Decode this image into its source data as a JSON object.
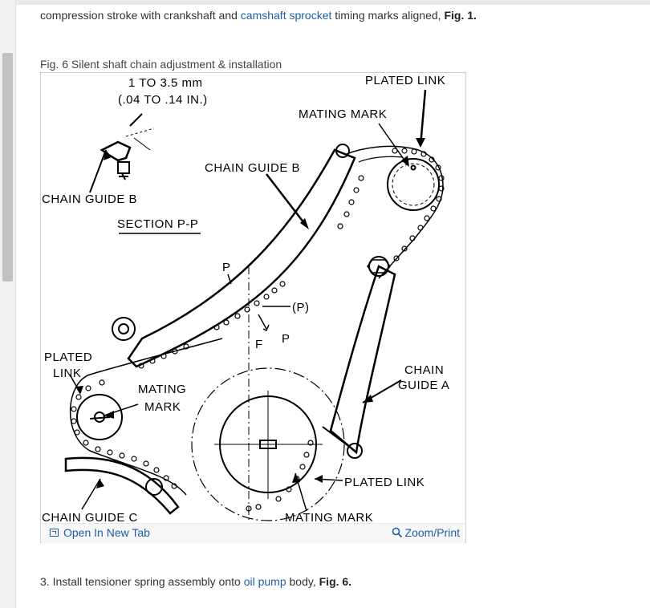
{
  "paragraph_top": {
    "before": "compression stroke with crankshaft and ",
    "link": "camshaft sprocket",
    "after": " timing marks aligned, ",
    "bold": "Fig. 1."
  },
  "figure": {
    "caption": "Fig. 6 Silent shaft chain adjustment & installation",
    "labels": {
      "dim_mm": "1 TO 3.5 mm",
      "dim_in": "(.04 TO .14 IN.)",
      "plated_link_top": "PLATED LINK",
      "mating_mark_top": "MATING MARK",
      "chain_guide_b_main": "CHAIN GUIDE B",
      "chain_guide_b_left": "CHAIN GUIDE B",
      "section": "SECTION P-P",
      "p_upper": "P",
      "p_paren": "(P)",
      "f_label": "F",
      "p_lower": "P",
      "plated_link_left_1": "PLATED",
      "plated_link_left_2": "LINK",
      "mating_mark_left_1": "MATING",
      "mating_mark_left_2": "MARK",
      "chain_guide_a_1": "CHAIN",
      "chain_guide_a_2": "GUIDE A",
      "plated_link_bottom": "PLATED LINK",
      "chain_guide_c": "CHAIN GUIDE C",
      "mating_mark_bottom": "MATING MARK"
    },
    "open_tab": "Open In New Tab",
    "zoom": "Zoom/Print"
  },
  "paragraph_bottom": {
    "before": "3.  Install tensioner spring assembly onto ",
    "link": "oil pump",
    "after": " body, ",
    "bold": "Fig. 6."
  }
}
